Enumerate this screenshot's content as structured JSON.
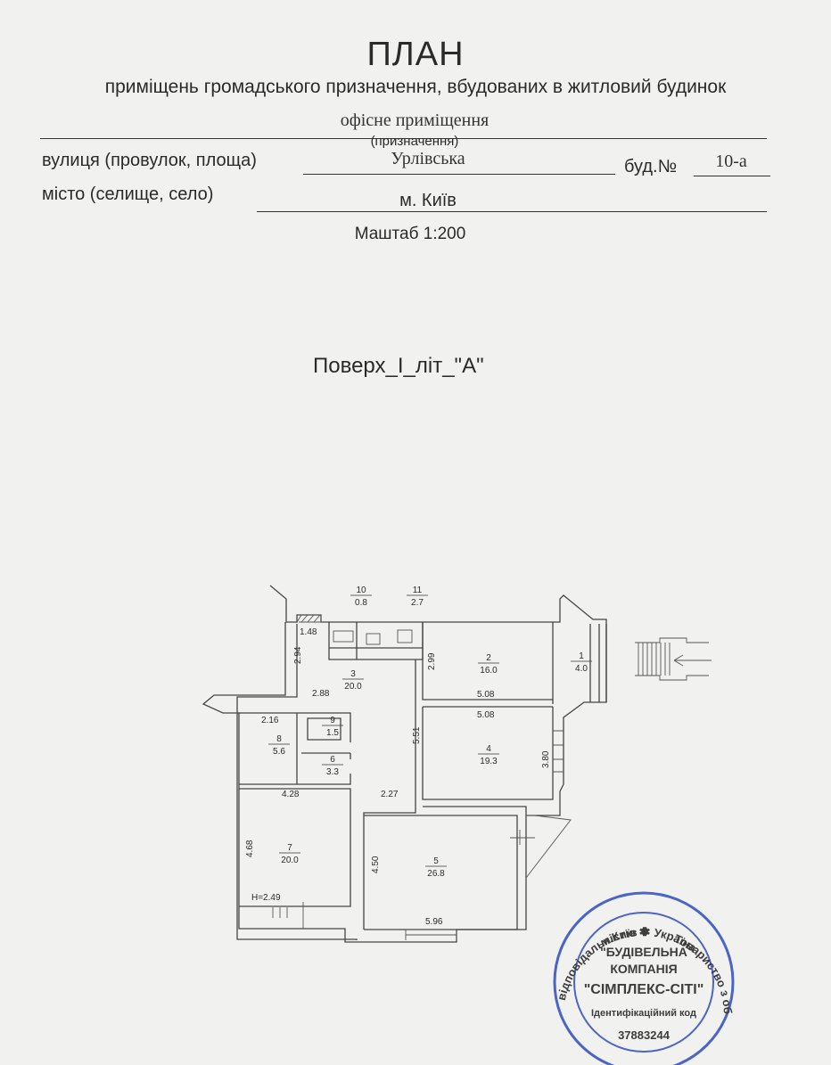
{
  "header": {
    "title": "ПЛАН",
    "subtitle": "приміщень громадського призначення, вбудованих в житловий будинок",
    "purpose_value": "офісне приміщення",
    "purpose_caption": "(призначення)",
    "street_label": "вулиця (провулок, площа)",
    "street_value": "Урлівська",
    "building_label": "буд.№",
    "building_value": "10-а",
    "city_label": "місто (селище, село)",
    "city_value": "м. Київ",
    "scale": "Маштаб 1:200"
  },
  "floor_title": "Поверх_І_літ_\"А\"",
  "rooms": [
    {
      "number": "1",
      "area": "4.0"
    },
    {
      "number": "2",
      "area": "16.0"
    },
    {
      "number": "3",
      "area": "20.0"
    },
    {
      "number": "4",
      "area": "19.3"
    },
    {
      "number": "5",
      "area": "26.8"
    },
    {
      "number": "6",
      "area": "3.3"
    },
    {
      "number": "7",
      "area": "20.0"
    },
    {
      "number": "8",
      "area": "5.6"
    },
    {
      "number": "9",
      "area": "1.5"
    },
    {
      "number": "10",
      "area": "0.8"
    },
    {
      "number": "11",
      "area": "2.7"
    }
  ],
  "dimensions": {
    "d148": "1.48",
    "d294": "2.94",
    "d299": "2.99",
    "d288": "2.88",
    "d508a": "5.08",
    "d508b": "5.08",
    "d216": "2.16",
    "d551": "5.51",
    "d380": "3.80",
    "d428": "4.28",
    "d227": "2.27",
    "d468": "4.68",
    "d450": "4.50",
    "d596": "5.96",
    "height": "H=2.49"
  },
  "stamp": {
    "ring_top": "м.Київ ✱ Україна",
    "ring_left": "відповідальністю ✱",
    "ring_right": "Товариство з обмеженою",
    "line1": "\"БУДІВЕЛЬНА",
    "line2": "КОМПАНІЯ",
    "line3": "\"СІМПЛЕКС-СІТІ\"",
    "line4": "Ідентифікаційний код",
    "line5": "37883244",
    "color": "#3a55c2"
  }
}
